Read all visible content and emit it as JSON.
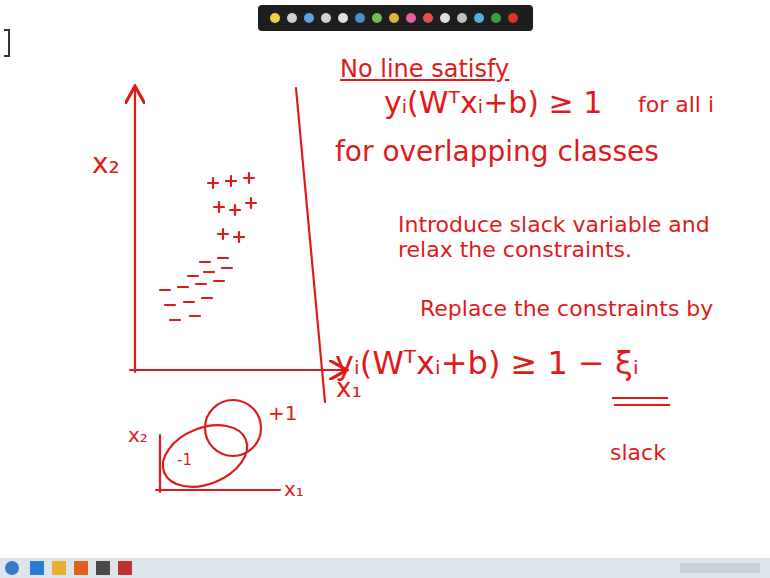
{
  "diagram": {
    "labels": [
      "No line satisfy",
      "yᵢ(Wᵀxᵢ+b) ≥ 1",
      "for all i",
      "for overlapping classes",
      "Introduce slack variable and relax the constraints.",
      "Replace the constraints by",
      "yᵢ(Wᵀxᵢ+b) ≥ 1 − ξᵢ",
      "slack",
      "x₂",
      "x₁",
      "x₂",
      "x₁",
      "+1",
      "-1"
    ]
  }
}
